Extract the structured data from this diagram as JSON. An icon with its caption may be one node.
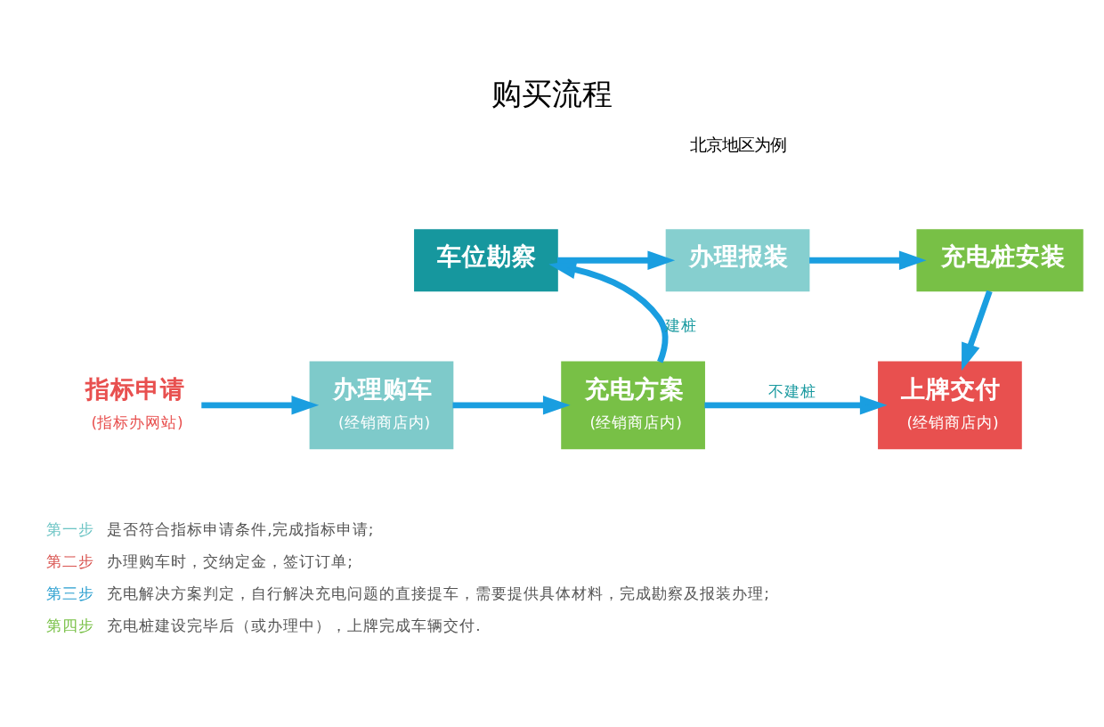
{
  "diagram": {
    "title": "购买流程",
    "nodes": [
      {
        "text": [
          "指标申请",
          "(指标办网站)"
        ]
      },
      {
        "text": [
          "办理购车",
          "(经销商店内)"
        ]
      },
      {
        "text": [
          "充电方案",
          "(经销商店内)"
        ]
      },
      {
        "text": [
          "车位勘察"
        ]
      },
      {
        "text": [
          "办理报装"
        ]
      },
      {
        "text": [
          "充电桩安装"
        ]
      },
      {
        "text": [
          "上牌交付",
          "(经销商店内)"
        ]
      }
    ],
    "edges": [
      {
        "from": 0,
        "to": 1,
        "arrow": "to"
      },
      {
        "from": 1,
        "to": 2,
        "arrow": "to"
      },
      {
        "from": 2,
        "to": 3,
        "arrow": "to",
        "label": "建桩"
      },
      {
        "from": 3,
        "to": 4,
        "arrow": "to"
      },
      {
        "from": 4,
        "to": 5,
        "arrow": "to"
      },
      {
        "from": 5,
        "to": 6,
        "arrow": "to"
      },
      {
        "from": 2,
        "to": 6,
        "arrow": "to",
        "label": "不建桩"
      }
    ],
    "labels": [
      "北京地区为例",
      "第一步",
      "是否符合指标申请条件,完成指标申请;",
      "第二步",
      "办理购车时，交纳定金，签订订单;",
      "第三步",
      "充电解决方案判定，自行解决充电问题的直接提车，需要提供具体材料，完成勘察及报装办理;",
      "第四步",
      "充电桩建设完毕后（或办理中），上牌完成车辆交付."
    ]
  }
}
